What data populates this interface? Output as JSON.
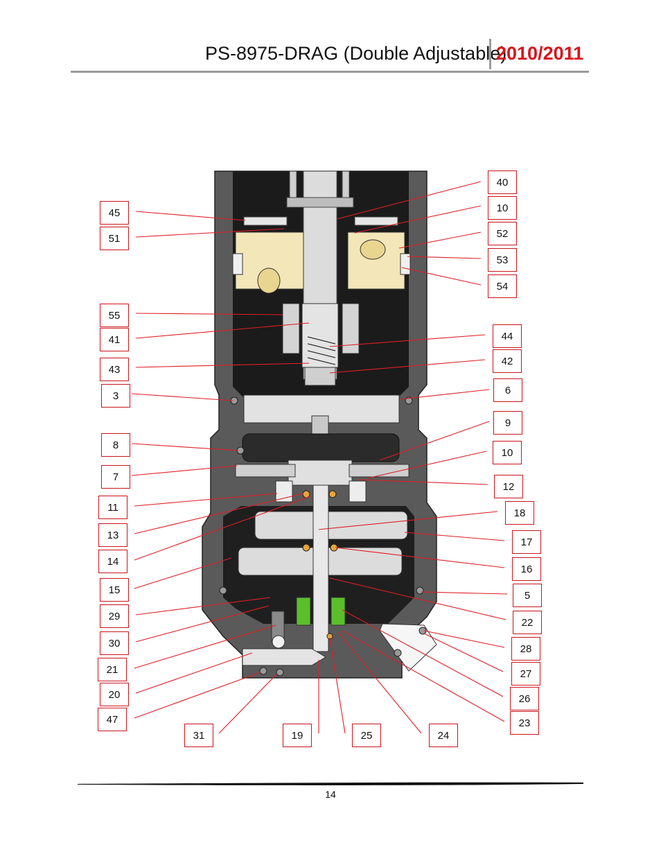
{
  "header": {
    "title": "PS-8975-DRAG (Double Adjustable)",
    "year": "2010/2011"
  },
  "callouts": {
    "c45": "45",
    "c51": "51",
    "c55": "55",
    "c41": "41",
    "c43": "43",
    "c3": "3",
    "c8": "8",
    "c7": "7",
    "c11": "11",
    "c13": "13",
    "c14": "14",
    "c15": "15",
    "c29": "29",
    "c30": "30",
    "c21": "21",
    "c20": "20",
    "c47": "47",
    "c31": "31",
    "c19": "19",
    "c25": "25",
    "c24": "24",
    "c40": "40",
    "c10a": "10",
    "c52": "52",
    "c53": "53",
    "c54": "54",
    "c44": "44",
    "c42": "42",
    "c6": "6",
    "c9": "9",
    "c10b": "10",
    "c12": "12",
    "c18": "18",
    "c17": "17",
    "c16": "16",
    "c5": "5",
    "c22": "22",
    "c28": "28",
    "c27": "27",
    "c26": "26",
    "c23": "23"
  },
  "footer": {
    "page_number": "14"
  },
  "colors": {
    "leader": "#e01e25",
    "callout_border": "#c9141b",
    "year": "#d9141b"
  }
}
